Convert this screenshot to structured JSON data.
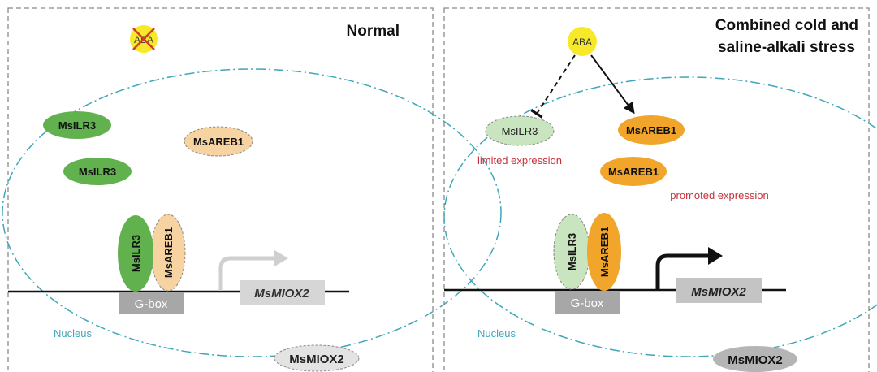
{
  "panels": [
    {
      "title_lines": [
        "Normal"
      ],
      "aba_label": "ABA",
      "aba_blocked": true,
      "free_proteins": [
        {
          "label": "MsILR3",
          "kind": "ilr3"
        },
        {
          "label": "MsILR3",
          "kind": "ilr3"
        },
        {
          "label": "MsAREB1",
          "kind": "areb1-faint"
        }
      ],
      "annotations": [],
      "bound": {
        "ilr3": "MsILR3",
        "areb1": "MsAREB1"
      },
      "gbox": "G-box",
      "gene": "MsMIOX2",
      "nucleus": "Nucleus",
      "product": "MsMIOX2",
      "arrow_color": "#cfcfcf"
    },
    {
      "title_lines": [
        "Combined cold and",
        "saline-alkali stress"
      ],
      "aba_label": "ABA",
      "aba_blocked": false,
      "free_proteins": [
        {
          "label": "MsILR3",
          "kind": "ilr3-faint"
        },
        {
          "label": "MsAREB1",
          "kind": "areb1"
        },
        {
          "label": "MsAREB1",
          "kind": "areb1"
        }
      ],
      "annotations": [
        "limited expression",
        "promoted expression"
      ],
      "bound": {
        "ilr3": "MsILR3",
        "areb1": "MsAREB1"
      },
      "gbox": "G-box",
      "gene": "MsMIOX2",
      "nucleus": "Nucleus",
      "product": "MsMIOX2",
      "arrow_color": "#111111"
    }
  ],
  "colors": {
    "ilr3": "#62b14f",
    "ilr3_faint": "#c9e5bf",
    "areb1": "#f1a52a",
    "areb1_faint": "#f7d3a2",
    "aba": "#f7e92a",
    "nucleus_line": "#3fa7b9",
    "annotation": "#c6303a",
    "box_gray": "#a7a7a7"
  }
}
